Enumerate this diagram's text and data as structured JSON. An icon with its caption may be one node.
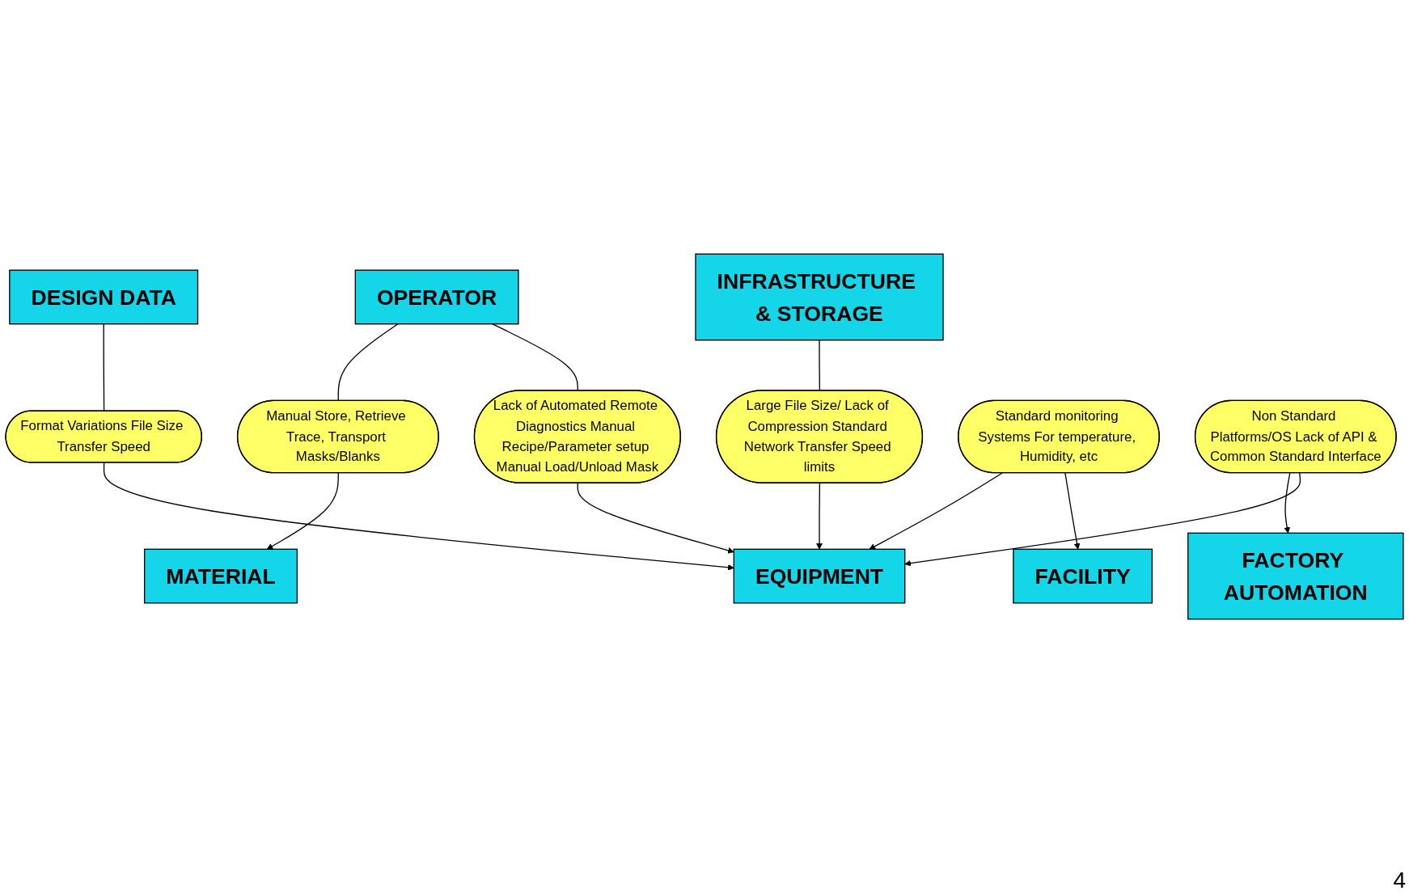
{
  "diagram": {
    "nodes": [
      {
        "text": [
          "DESIGN DATA"
        ]
      },
      {
        "text": [
          "INFRASTRUCTURE & STORAGE"
        ]
      },
      {
        "text": [
          "FACTORY AUTOMATION"
        ]
      },
      {
        "text": [
          "Format Variations File Size Transfer Speed"
        ]
      },
      {
        "text": [
          "Large File Size/ Lack of Compression Standard Network Transfer Speed limits"
        ]
      },
      {
        "text": [
          "Non Standard Platforms/OS Lack of API & Common Standard Interface"
        ]
      },
      {
        "text": [
          "MATERIAL"
        ]
      },
      {
        "text": [
          "EQUIPMENT"
        ]
      },
      {
        "text": [
          "Standard monitoring Systems For temperature, Humidity, etc"
        ]
      },
      {
        "text": [
          "Manual Store, Retrieve Trace, Transport Masks/Blanks"
        ]
      },
      {
        "text": [
          "Lack of Automated Remote Diagnostics Manual Recipe/Parameter setup Manual Load/Unload Mask"
        ]
      },
      {
        "text": [
          "OPERATOR"
        ]
      },
      {
        "text": [
          "FACILITY"
        ]
      }
    ],
    "edges": [
      {
        "from": 0,
        "to": 3,
        "arrow": "none"
      },
      {
        "from": 3,
        "to": 7,
        "arrow": "to"
      },
      {
        "from": 1,
        "to": 4,
        "arrow": "none"
      },
      {
        "from": 4,
        "to": 7,
        "arrow": "to"
      },
      {
        "from": 5,
        "to": 2,
        "arrow": "to"
      },
      {
        "from": 5,
        "to": 7,
        "arrow": "to"
      },
      {
        "from": 8,
        "to": 7,
        "arrow": "to"
      },
      {
        "from": 8,
        "to": 12,
        "arrow": "to"
      },
      {
        "from": 9,
        "to": 6,
        "arrow": "to"
      },
      {
        "from": 11,
        "to": 9,
        "arrow": "none"
      },
      {
        "from": 11,
        "to": 10,
        "arrow": "none"
      },
      {
        "from": 10,
        "to": 7,
        "arrow": "to"
      }
    ],
    "labels": [
      "4"
    ]
  }
}
